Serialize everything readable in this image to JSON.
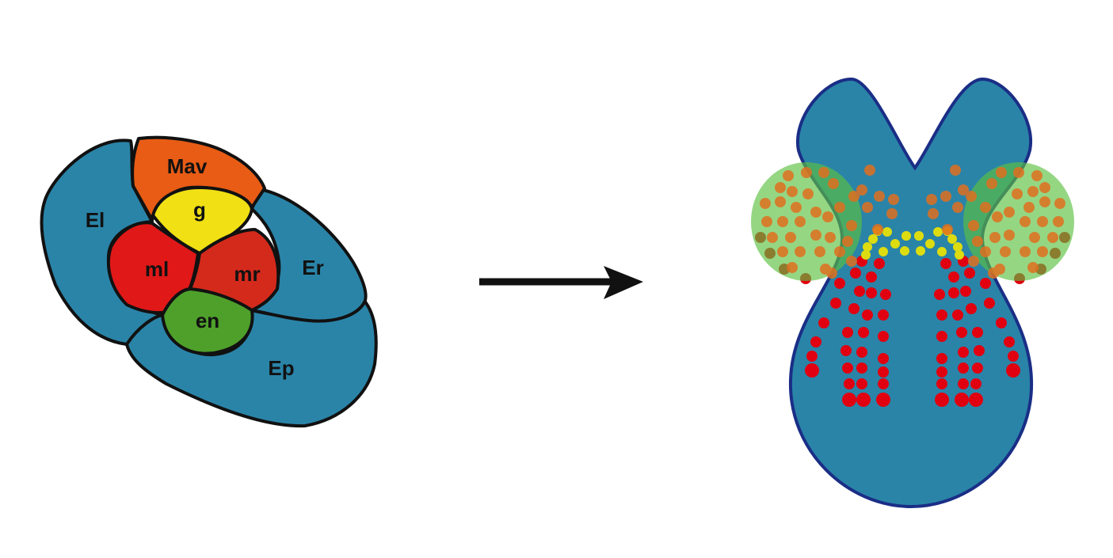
{
  "left_diagram": {
    "regions": {
      "El": {
        "label": "El",
        "color": "#2a84a8"
      },
      "Mav": {
        "label": "Mav",
        "color": "#e85c15"
      },
      "g": {
        "label": "g",
        "color": "#f0e014"
      },
      "ml": {
        "label": "ml",
        "color": "#e01818"
      },
      "mr": {
        "label": "mr",
        "color": "#d42a1c"
      },
      "en": {
        "label": "en",
        "color": "#4ea02a"
      },
      "Er": {
        "label": "Er",
        "color": "#2a84a8"
      },
      "Ep": {
        "label": "Ep",
        "color": "#2a84a8"
      }
    }
  },
  "arrow": {
    "color": "#111111"
  },
  "right_diagram": {
    "body_color": "#2a84a8",
    "outline_color": "#1a2e86",
    "eye_color": "#5cc040",
    "dot_colors": {
      "red": "#e00010",
      "orange": "#e07020",
      "yellow": "#dcdc10"
    }
  }
}
